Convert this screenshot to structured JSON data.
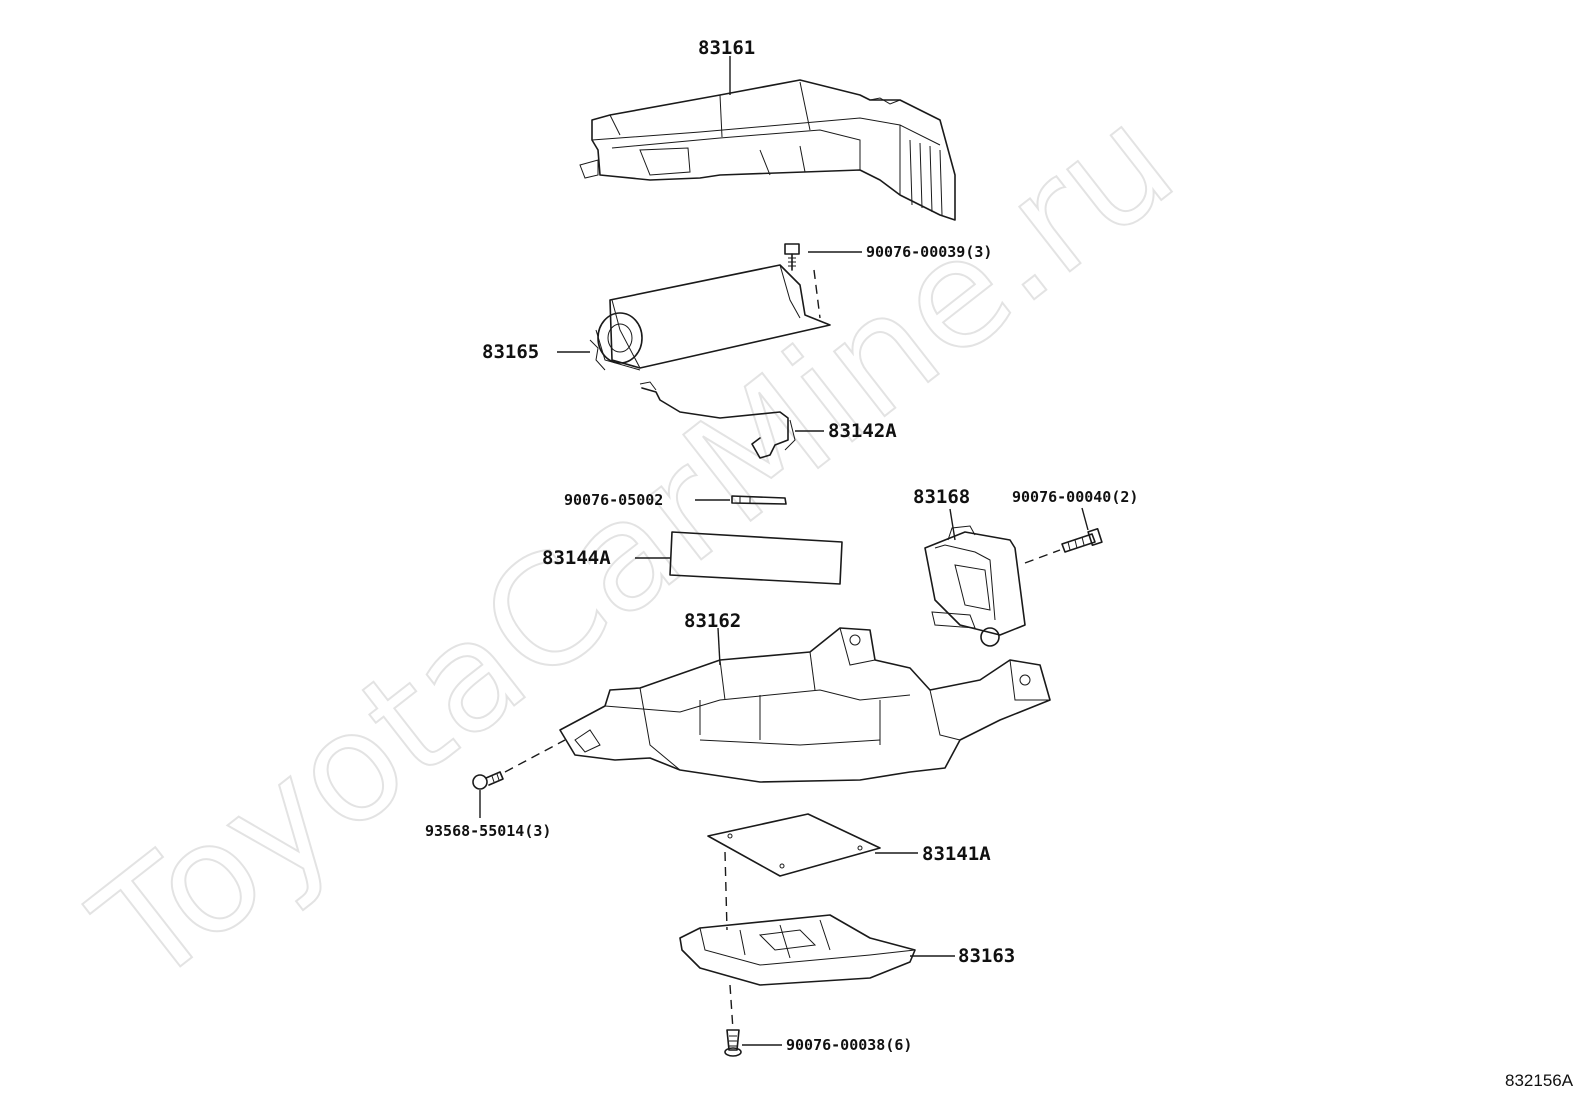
{
  "watermark": "ToyotaCarMine.ru",
  "diagram_code": "832156A",
  "parts": [
    {
      "id": "p83161",
      "label": "83161"
    },
    {
      "id": "p90076_00039",
      "label": "90076-00039(3)"
    },
    {
      "id": "p83165",
      "label": "83165"
    },
    {
      "id": "p83142A",
      "label": "83142A"
    },
    {
      "id": "p90076_05002",
      "label": "90076-05002"
    },
    {
      "id": "p83168",
      "label": "83168"
    },
    {
      "id": "p90076_00040",
      "label": "90076-00040(2)"
    },
    {
      "id": "p83144A",
      "label": "83144A"
    },
    {
      "id": "p83162",
      "label": "83162"
    },
    {
      "id": "p93568_55014",
      "label": "93568-55014(3)"
    },
    {
      "id": "p83141A",
      "label": "83141A"
    },
    {
      "id": "p83163",
      "label": "83163"
    },
    {
      "id": "p90076_00038",
      "label": "90076-00038(6)"
    }
  ]
}
